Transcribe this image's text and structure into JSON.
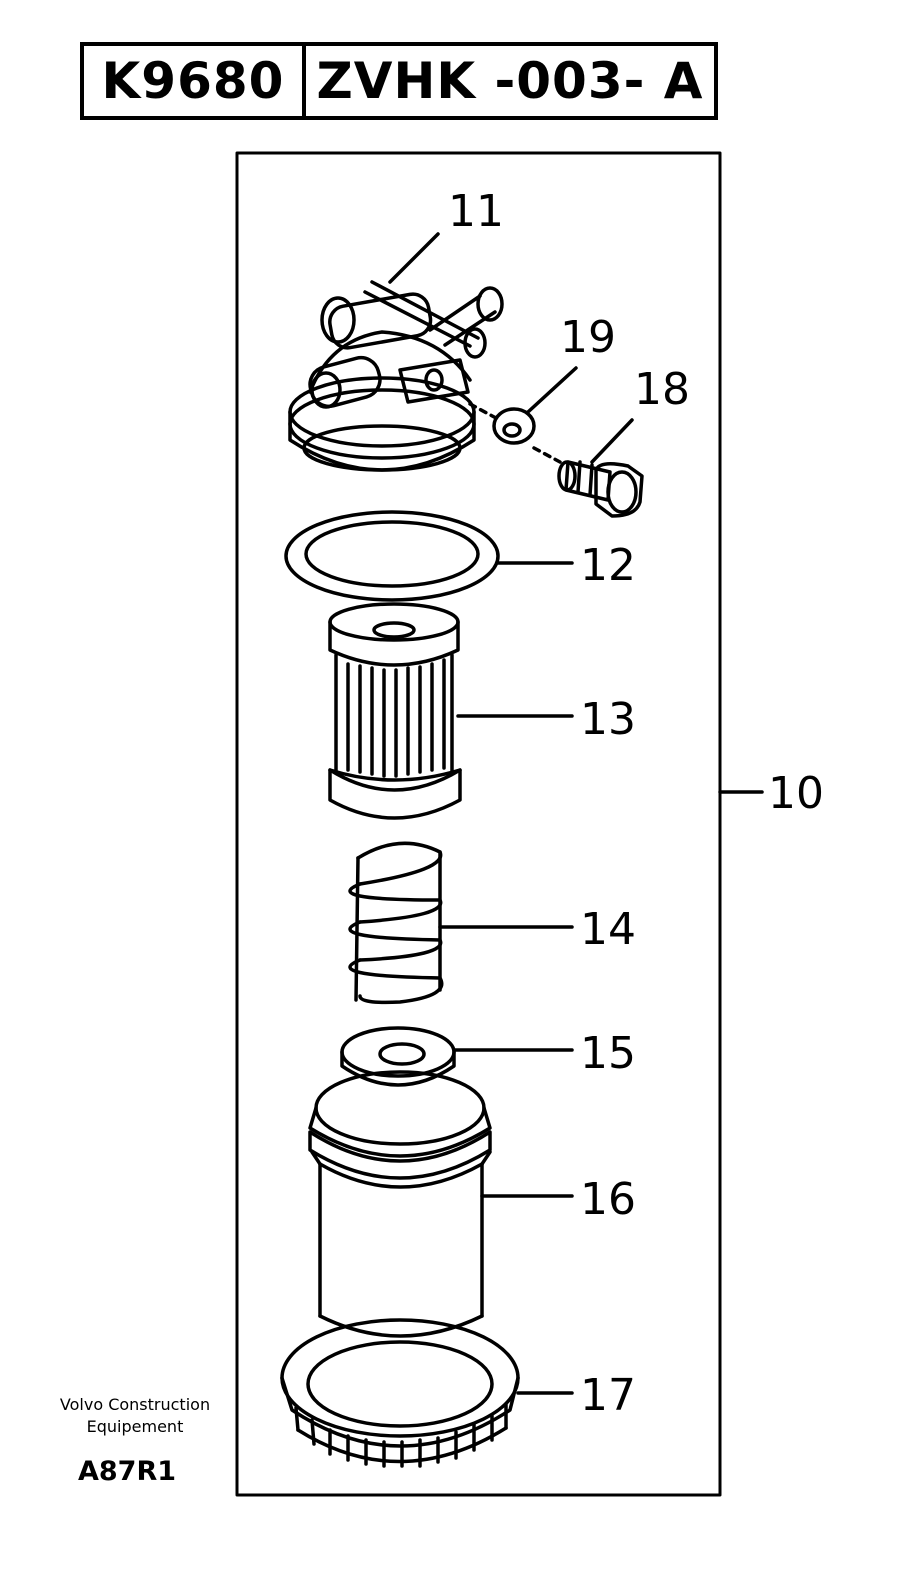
{
  "header": {
    "model": "K9680",
    "drawing_code": "ZVHK -003- A"
  },
  "callouts": {
    "assembly": "10",
    "head": "11",
    "o_ring": "12",
    "filter_element": "13",
    "spring": "14",
    "seal_washer": "15",
    "bowl": "16",
    "retaining_ring": "17",
    "bolt": "18",
    "washer": "19"
  },
  "footer": {
    "line1": "Volvo Construction",
    "line2": "Equipement",
    "code": "A87R1"
  }
}
